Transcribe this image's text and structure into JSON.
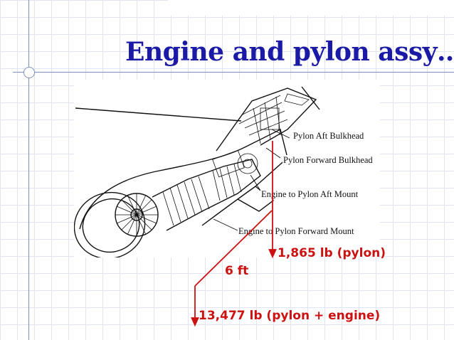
{
  "slide": {
    "title": "Engine and pylon assy…"
  },
  "diagram": {
    "callouts": [
      "Pylon Aft Bulkhead",
      "Pylon Forward Bulkhead",
      "Engine to Pylon Aft Mount",
      "Engine to Pylon Forward Mount"
    ]
  },
  "loads": {
    "pylon_weight": "1,865 lb (pylon)",
    "distance": "6 ft",
    "total_weight": "13,477 lb (pylon + engine)"
  },
  "colors": {
    "title": "#1a1aa6",
    "load_annotation": "#cc1111",
    "grid": "#dfe6f2"
  }
}
